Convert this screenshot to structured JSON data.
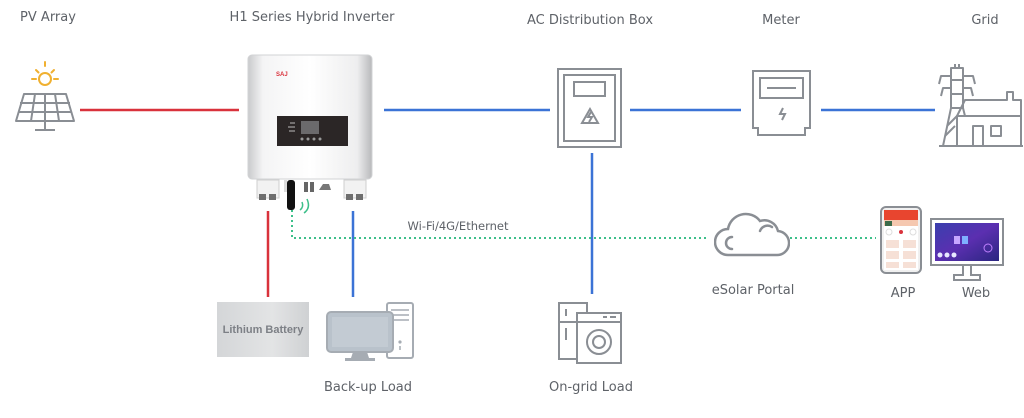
{
  "diagram": {
    "title_labels": {
      "pv_array": "PV Array",
      "inverter": "H1 Series Hybrid Inverter",
      "ac_box": "AC Distribution Box",
      "meter": "Meter",
      "grid": "Grid"
    },
    "bottom_labels": {
      "battery": "Lithium Battery",
      "backup_load": "Back-up Load",
      "ongrid_load": "On-grid Load",
      "portal": "eSolar Portal",
      "app": "APP",
      "web": "Web"
    },
    "comm_label": "Wi-Fi/4G/Ethernet",
    "inverter_brand": "SAJ",
    "colors": {
      "dc_line": "#d9323c",
      "ac_line": "#3b73d6",
      "comm_line": "#3dbf8a",
      "icon_stroke": "#8a8e94",
      "sun": "#f0b030",
      "text": "#5e6268"
    },
    "nodes": [
      {
        "id": "pv-array",
        "icon": "solar-panel-icon"
      },
      {
        "id": "inverter",
        "icon": "inverter-icon"
      },
      {
        "id": "ac-distribution-box",
        "icon": "distribution-box-icon"
      },
      {
        "id": "meter",
        "icon": "meter-icon"
      },
      {
        "id": "grid",
        "icon": "power-tower-house-icon"
      },
      {
        "id": "lithium-battery",
        "icon": "battery-block"
      },
      {
        "id": "back-up-load",
        "icon": "computer-icon"
      },
      {
        "id": "on-grid-load",
        "icon": "appliance-icon"
      },
      {
        "id": "esolar-portal",
        "icon": "cloud-icon"
      },
      {
        "id": "app",
        "icon": "smartphone-icon"
      },
      {
        "id": "web",
        "icon": "monitor-icon"
      }
    ],
    "connections": [
      {
        "from": "pv-array",
        "to": "inverter",
        "type": "DC"
      },
      {
        "from": "inverter",
        "to": "ac-distribution-box",
        "type": "AC"
      },
      {
        "from": "ac-distribution-box",
        "to": "meter",
        "type": "AC"
      },
      {
        "from": "meter",
        "to": "grid",
        "type": "AC"
      },
      {
        "from": "inverter",
        "to": "lithium-battery",
        "type": "DC"
      },
      {
        "from": "inverter",
        "to": "back-up-load",
        "type": "AC"
      },
      {
        "from": "ac-distribution-box",
        "to": "on-grid-load",
        "type": "AC"
      },
      {
        "from": "inverter",
        "to": "esolar-portal",
        "type": "communication"
      },
      {
        "from": "esolar-portal",
        "to": "app",
        "type": "communication"
      },
      {
        "from": "esolar-portal",
        "to": "web",
        "type": "communication"
      }
    ]
  }
}
